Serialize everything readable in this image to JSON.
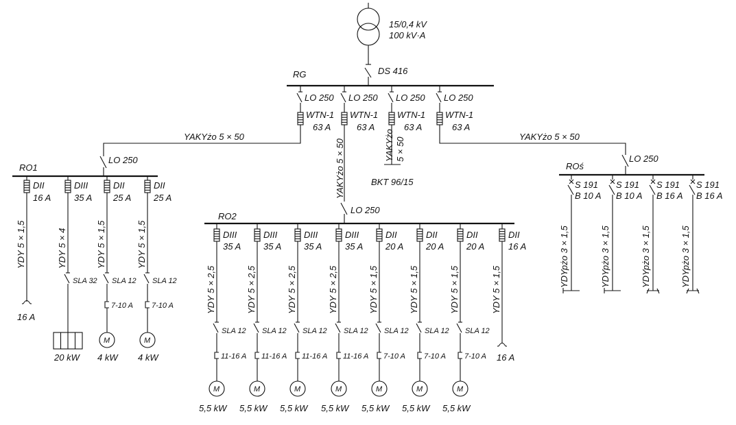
{
  "transformer": {
    "rating_voltage": "15/0,4 kV",
    "rating_power": "100 kV·A"
  },
  "main_switch": "DS 416",
  "boards": {
    "rg": "RG",
    "ro1": "RO1",
    "ro2": "RO2",
    "ros": "ROś"
  },
  "rg_feeders": [
    {
      "switch": "LO 250",
      "fuse": "WTN-1",
      "current": "63 A"
    },
    {
      "switch": "LO 250",
      "fuse": "WTN-1",
      "current": "63 A"
    },
    {
      "switch": "LO 250",
      "fuse": "WTN-1",
      "current": "63 A"
    },
    {
      "switch": "LO 250",
      "fuse": "WTN-1",
      "current": "63 A"
    }
  ],
  "cables": {
    "to_ro1": "YAKYżo 5 × 50",
    "to_ro2": "YAKYżo 5 × 50",
    "to_bkt": "YAKYżo",
    "to_bkt_section": "5 × 50",
    "to_ros": "YAKYżo 5 × 50"
  },
  "bkt": "BKT 96/15",
  "board_switches": {
    "ro1": "LO 250",
    "ro2": "LO 250",
    "ros": "LO 250"
  },
  "ro1_circuits": [
    {
      "fuse": "DII",
      "current": "16 A",
      "cable": "YDY 5 × 1,5",
      "socket": "16 A"
    },
    {
      "fuse": "DIII",
      "current": "35 A",
      "cable": "YDY 5 × 4",
      "switch": "SLA 32",
      "load": "20 kW"
    },
    {
      "fuse": "DII",
      "current": "25 A",
      "cable": "YDY 5 × 1,5",
      "switch": "SLA 12",
      "relay": "7-10 A",
      "motor": "M",
      "load": "4 kW"
    },
    {
      "fuse": "DII",
      "current": "25 A",
      "cable": "YDY 5 × 1,5",
      "switch": "SLA 12",
      "relay": "7-10 A",
      "motor": "M",
      "load": "4 kW"
    }
  ],
  "ro2_circuits": [
    {
      "fuse": "DIII",
      "current": "35 A",
      "cable": "YDY 5 × 2,5",
      "switch": "SLA 12",
      "relay": "11-16 A",
      "motor": "M",
      "load": "5,5 kW"
    },
    {
      "fuse": "DIII",
      "current": "35 A",
      "cable": "YDY 5 × 2,5",
      "switch": "SLA 12",
      "relay": "11-16 A",
      "motor": "M",
      "load": "5,5 kW"
    },
    {
      "fuse": "DIII",
      "current": "35 A",
      "cable": "YDY 5 × 2,5",
      "switch": "SLA 12",
      "relay": "11-16 A",
      "motor": "M",
      "load": "5,5 kW"
    },
    {
      "fuse": "DIII",
      "current": "35 A",
      "cable": "YDY 5 × 2,5",
      "switch": "SLA 12",
      "relay": "11-16 A",
      "motor": "M",
      "load": "5,5 kW"
    },
    {
      "fuse": "DII",
      "current": "20 A",
      "cable": "YDY 5 × 1,5",
      "switch": "SLA 12",
      "relay": "7-10 A",
      "motor": "M",
      "load": "5,5 kW"
    },
    {
      "fuse": "DII",
      "current": "20 A",
      "cable": "YDY 5 × 1,5",
      "switch": "SLA 12",
      "relay": "7-10 A",
      "motor": "M",
      "load": "5,5 kW"
    },
    {
      "fuse": "DII",
      "current": "20 A",
      "cable": "YDY 5 × 1,5",
      "switch": "SLA 12",
      "relay": "7-10 A",
      "motor": "M",
      "load": "5,5 kW"
    },
    {
      "fuse": "DII",
      "current": "16 A",
      "cable": "YDY 5 × 1,5",
      "socket": "16 A"
    }
  ],
  "ros_circuits": [
    {
      "breaker": "S 191",
      "rating": "B 10 A",
      "cable": "YDYpżo 3 × 1,5"
    },
    {
      "breaker": "S 191",
      "rating": "B 10 A",
      "cable": "YDYpżo 3 × 1,5"
    },
    {
      "breaker": "S 191",
      "rating": "B 16 A",
      "cable": "YDYpżo 3 × 1,5"
    },
    {
      "breaker": "S 191",
      "rating": "B 16 A",
      "cable": "YDYpżo 3 × 1,5"
    }
  ]
}
